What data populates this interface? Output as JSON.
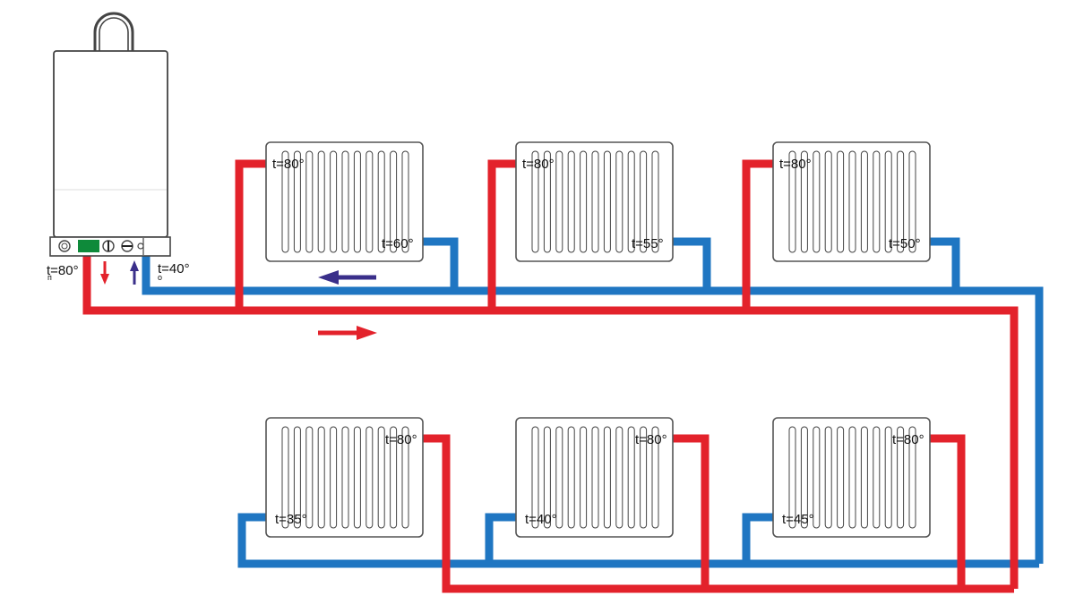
{
  "colors": {
    "supply_pipe": "#e3222b",
    "return_pipe": "#1f76c2",
    "supply_arrow": "#e3222b",
    "return_arrow": "#3a2f8a",
    "display": "#0e8a3a"
  },
  "boiler": {
    "supply_temp": {
      "base": "t",
      "sub": "п",
      "value": "=80°"
    },
    "return_temp": {
      "base": "t",
      "sub": "о",
      "value": "=40°"
    }
  },
  "radiators": {
    "top": [
      {
        "inlet": "t=80°",
        "outlet": "t=60°"
      },
      {
        "inlet": "t=80°",
        "outlet": "t=55°"
      },
      {
        "inlet": "t=80°",
        "outlet": "t=50°"
      }
    ],
    "bottom": [
      {
        "inlet": "t=80°",
        "outlet": "t=35°"
      },
      {
        "inlet": "t=80°",
        "outlet": "t=40°"
      },
      {
        "inlet": "t=80°",
        "outlet": "t=45°"
      }
    ]
  },
  "icons": {
    "flow_supply": "arrow-right-icon",
    "flow_return": "arrow-left-icon",
    "boiler_out": "arrow-down-icon",
    "boiler_in": "arrow-up-icon"
  }
}
